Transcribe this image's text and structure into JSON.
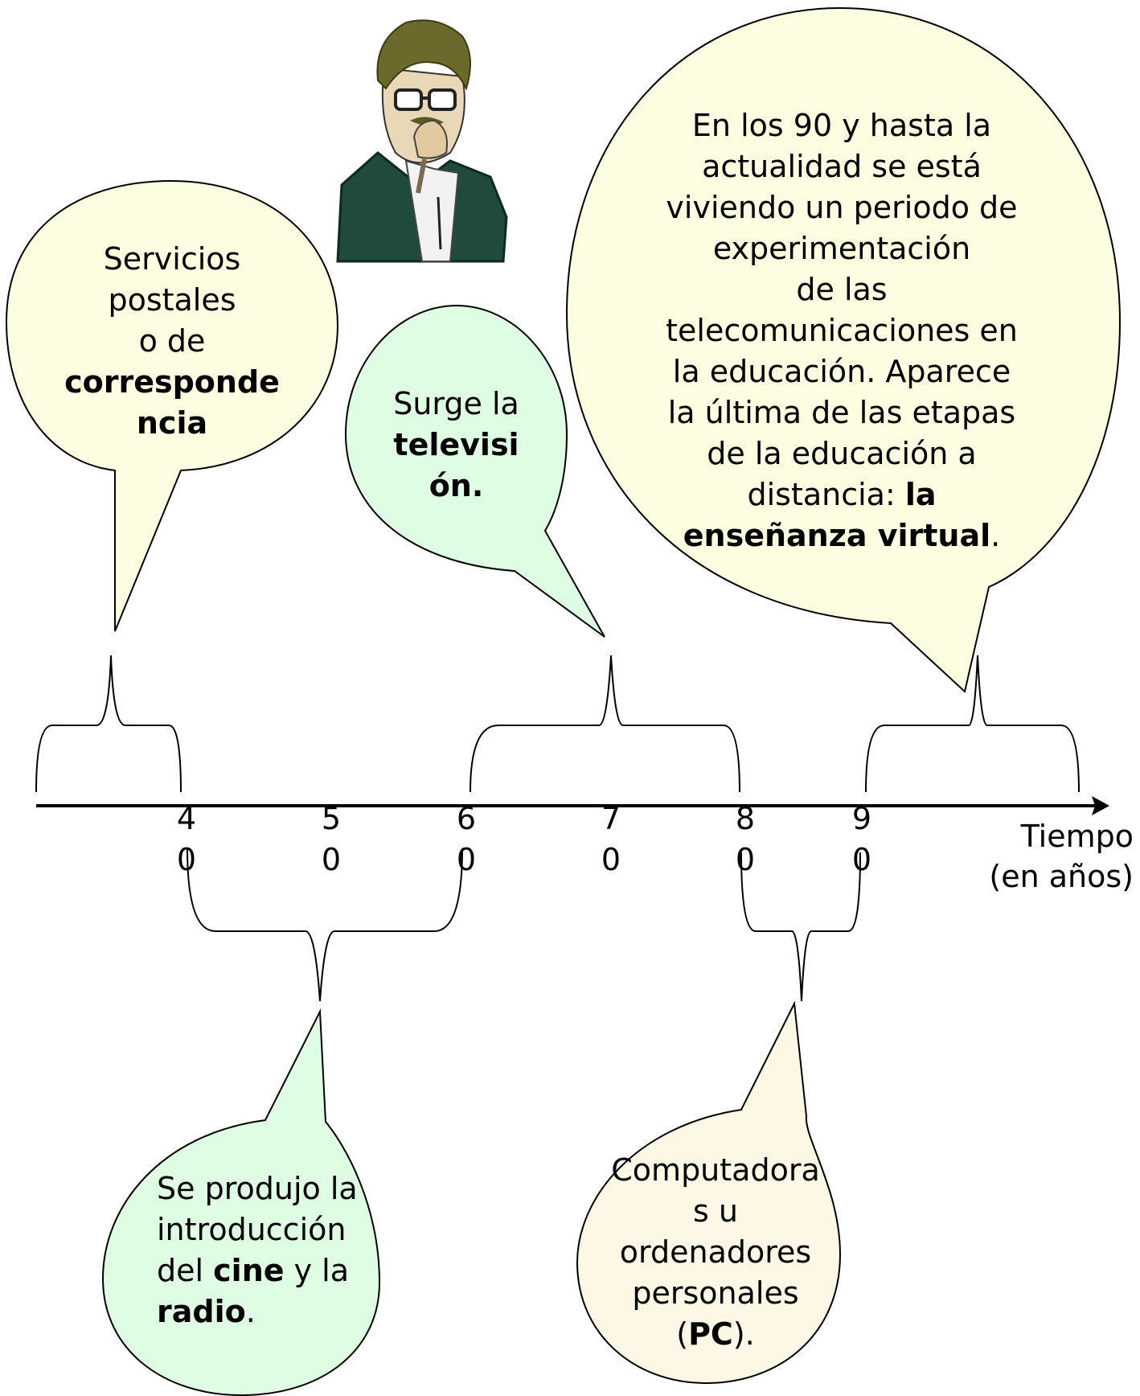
{
  "colors": {
    "yellow_bubble": "#fdfde2",
    "green_bubble": "#dffde2",
    "cream_bubble": "#fdf8e6",
    "axis": "#000000"
  },
  "bubbles": {
    "postal": {
      "lines": [
        "Servicios",
        "postales",
        "o de"
      ],
      "bold_lines": [
        "corresponde",
        "ncia"
      ]
    },
    "tv": {
      "line1": "Surge la",
      "bold1": "televisi",
      "bold2": "ón",
      "suffix2": "."
    },
    "virtual": {
      "lines": [
        "En los 90 y hasta la",
        "actualidad se está",
        "viviendo un periodo de",
        "experimentación",
        "de las",
        "telecomunicaciones en",
        "la educación. Aparece",
        "la última de las etapas",
        "de la educación a"
      ],
      "line10_prefix": "distancia: ",
      "line10_bold": "la",
      "line11_bold": "enseñanza virtual",
      "line11_suffix": "."
    },
    "cine": {
      "line1": "Se produjo la",
      "line2": "introducción",
      "line3_prefix": "del ",
      "line3_bold": "cine",
      "line3_suffix": " y la",
      "line4_bold": "radio",
      "line4_suffix": "."
    },
    "pc": {
      "line1": "Computadora",
      "line2": "s u",
      "line3": "ordenadores",
      "line4": "personales",
      "line5_prefix": "(",
      "line5_bold": "PC",
      "line5_suffix": ")."
    }
  },
  "axis": {
    "ticks": [
      {
        "top": "4",
        "bottom": "0"
      },
      {
        "top": "5",
        "bottom": "0"
      },
      {
        "top": "6",
        "bottom": "0"
      },
      {
        "top": "7",
        "bottom": "0"
      },
      {
        "top": "8",
        "bottom": "0"
      },
      {
        "top": "9",
        "bottom": "0"
      }
    ],
    "label_line1": "Tiempo",
    "label_line2": "(en años)"
  }
}
